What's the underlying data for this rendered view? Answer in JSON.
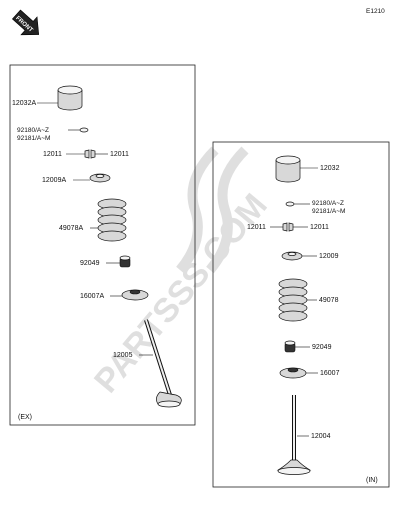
{
  "figure_code": "E1210",
  "front_label": "FRONT",
  "watermark": "PARTSSS.COM",
  "exhaust_panel": {
    "tag": "(EX)",
    "labels": {
      "tappet": "12032A",
      "shim_a": "92180/A~Z",
      "shim_b": "92181/A~M",
      "cotter_left": "12011",
      "cotter_right": "12011",
      "retainer": "12009A",
      "spring": "49078A",
      "seal": "92049",
      "seat": "16007A",
      "valve": "12005"
    }
  },
  "intake_panel": {
    "tag": "(IN)",
    "labels": {
      "tappet": "12032",
      "shim_a": "92180/A~Z",
      "shim_b": "92181/A~M",
      "cotter_left": "12011",
      "cotter_right": "12011",
      "retainer": "12009",
      "spring": "49078",
      "seal": "92049",
      "seat": "16007",
      "valve": "12004"
    }
  }
}
